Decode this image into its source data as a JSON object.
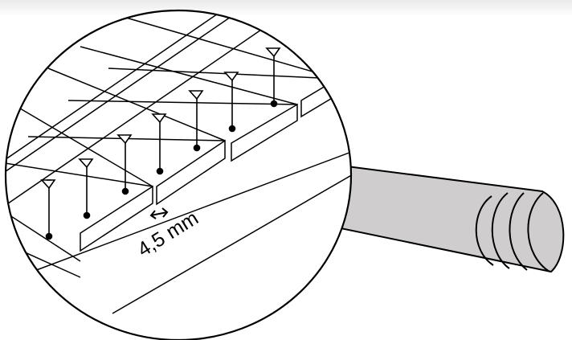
{
  "figure": {
    "measurement_label": "4,5 mm",
    "gap_arrow_icon": "double-arrow-icon",
    "screw_icon": "countersunk-screw-icon",
    "screw_count": 7,
    "board_count": 5
  },
  "colors": {
    "line": "#000000",
    "handle_fill": "#cfcdcd",
    "background": "#ffffff"
  }
}
